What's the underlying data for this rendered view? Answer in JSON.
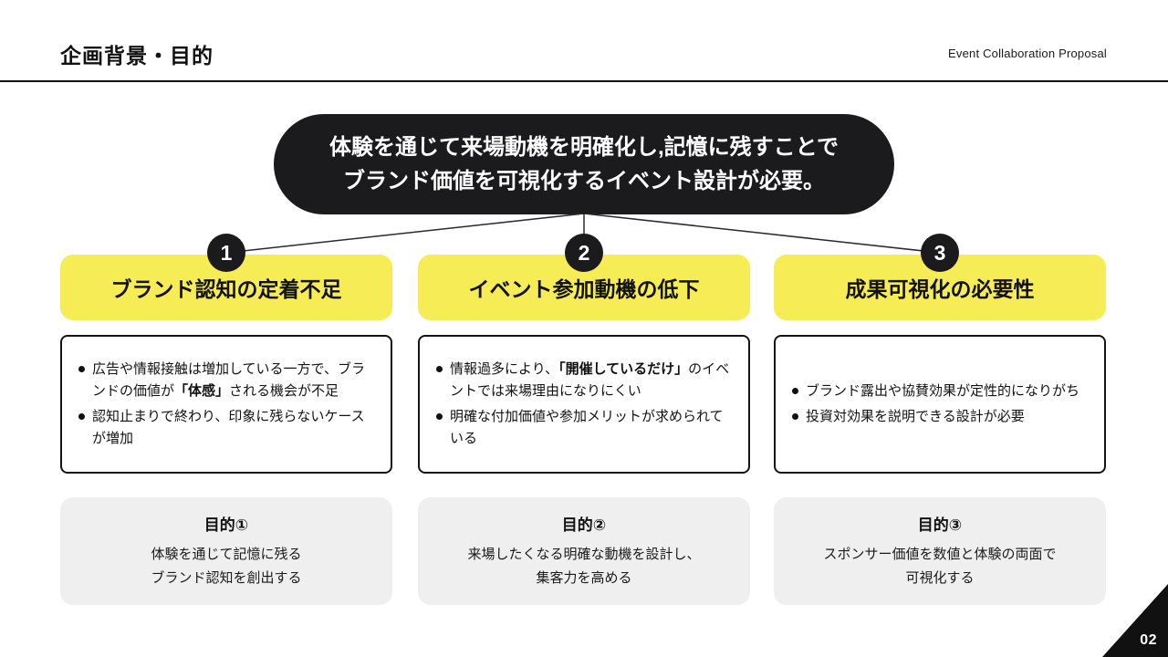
{
  "header": {
    "title": "企画背景・目的",
    "tagline": "Event Collaboration Proposal"
  },
  "statement": {
    "line1": "体験を通じて来場動機を明確化し,記憶に残すことで",
    "line2": "ブランド価値を可視化するイベント設計が必要。"
  },
  "columns": [
    {
      "number": "1",
      "heading": "ブランド認知の定着不足",
      "bullets": [
        {
          "pre": "広告や情報接触は増加している一方で、ブランドの価値が",
          "bold": "「体感」",
          "post": "される機会が不足"
        },
        {
          "pre": "認知止まりで終わり、印象に残らないケースが増加",
          "bold": "",
          "post": ""
        }
      ],
      "purpose": {
        "title": "目的①",
        "line1": "体験を通じて記憶に残る",
        "line2": "ブランド認知を創出する"
      }
    },
    {
      "number": "2",
      "heading": "イベント参加動機の低下",
      "bullets": [
        {
          "pre": "情報過多により、",
          "bold": "「開催しているだけ」",
          "post": "のイベントでは来場理由になりにくい"
        },
        {
          "pre": "明確な付加価値や参加メリットが求められている",
          "bold": "",
          "post": ""
        }
      ],
      "purpose": {
        "title": "目的②",
        "line1": "来場したくなる明確な動機を設計し、",
        "line2": "集客力を高める"
      }
    },
    {
      "number": "3",
      "heading": "成果可視化の必要性",
      "bullets": [
        {
          "pre": "ブランド露出や協賛効果が定性的になりがち",
          "bold": "",
          "post": ""
        },
        {
          "pre": "投資対効果を説明できる設計が必要",
          "bold": "",
          "post": ""
        }
      ],
      "purpose": {
        "title": "目的③",
        "line1": "スポンサー価値を数値と体験の両面で",
        "line2": "可視化する"
      }
    }
  ],
  "page_number": "02",
  "colors": {
    "accent_yellow": "#F6EC55",
    "dark": "#1B1B1D",
    "gray_panel": "#EFEFEF"
  }
}
